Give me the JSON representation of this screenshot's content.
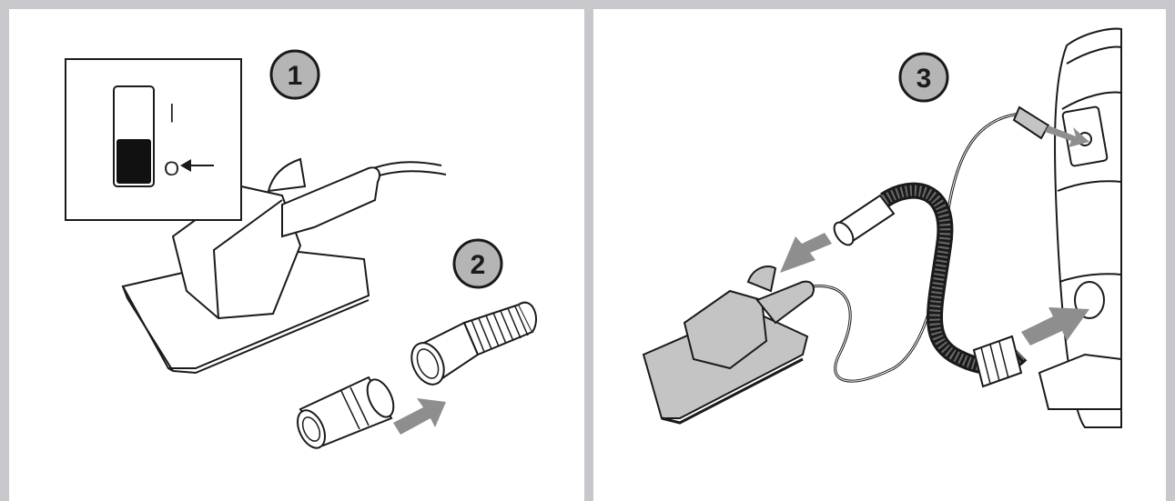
{
  "colors": {
    "frame": "#c8c8cc",
    "badge_fill": "#b5b5b5",
    "arrow_fill": "#8e8e8e",
    "line": "#1a1a1a",
    "device_fill": "#c4c4c4"
  },
  "steps": [
    {
      "number": "1"
    },
    {
      "number": "2"
    },
    {
      "number": "3"
    }
  ],
  "switch": {
    "on_symbol": "|",
    "off_symbol": "O",
    "state": "off"
  }
}
